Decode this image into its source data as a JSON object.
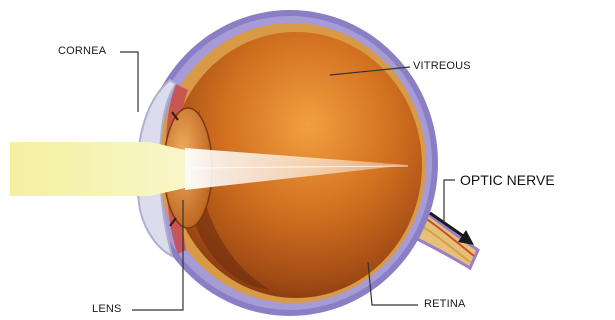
{
  "labels": {
    "cornea": "CORNEA",
    "vitreous": "VITREOUS",
    "optic_nerve": "OPTIC NERVE",
    "lens": "LENS",
    "retina": "RETINA"
  },
  "colors": {
    "sclera": "#8a7fc4",
    "sclera_inner": "#b9b0e0",
    "vitreous_light": "#e8902a",
    "vitreous_mid": "#c8641c",
    "vitreous_dark": "#7a3210",
    "light_beam": "#f2ee9a",
    "label_line": "#333333",
    "nerve": "#e8b24a"
  }
}
